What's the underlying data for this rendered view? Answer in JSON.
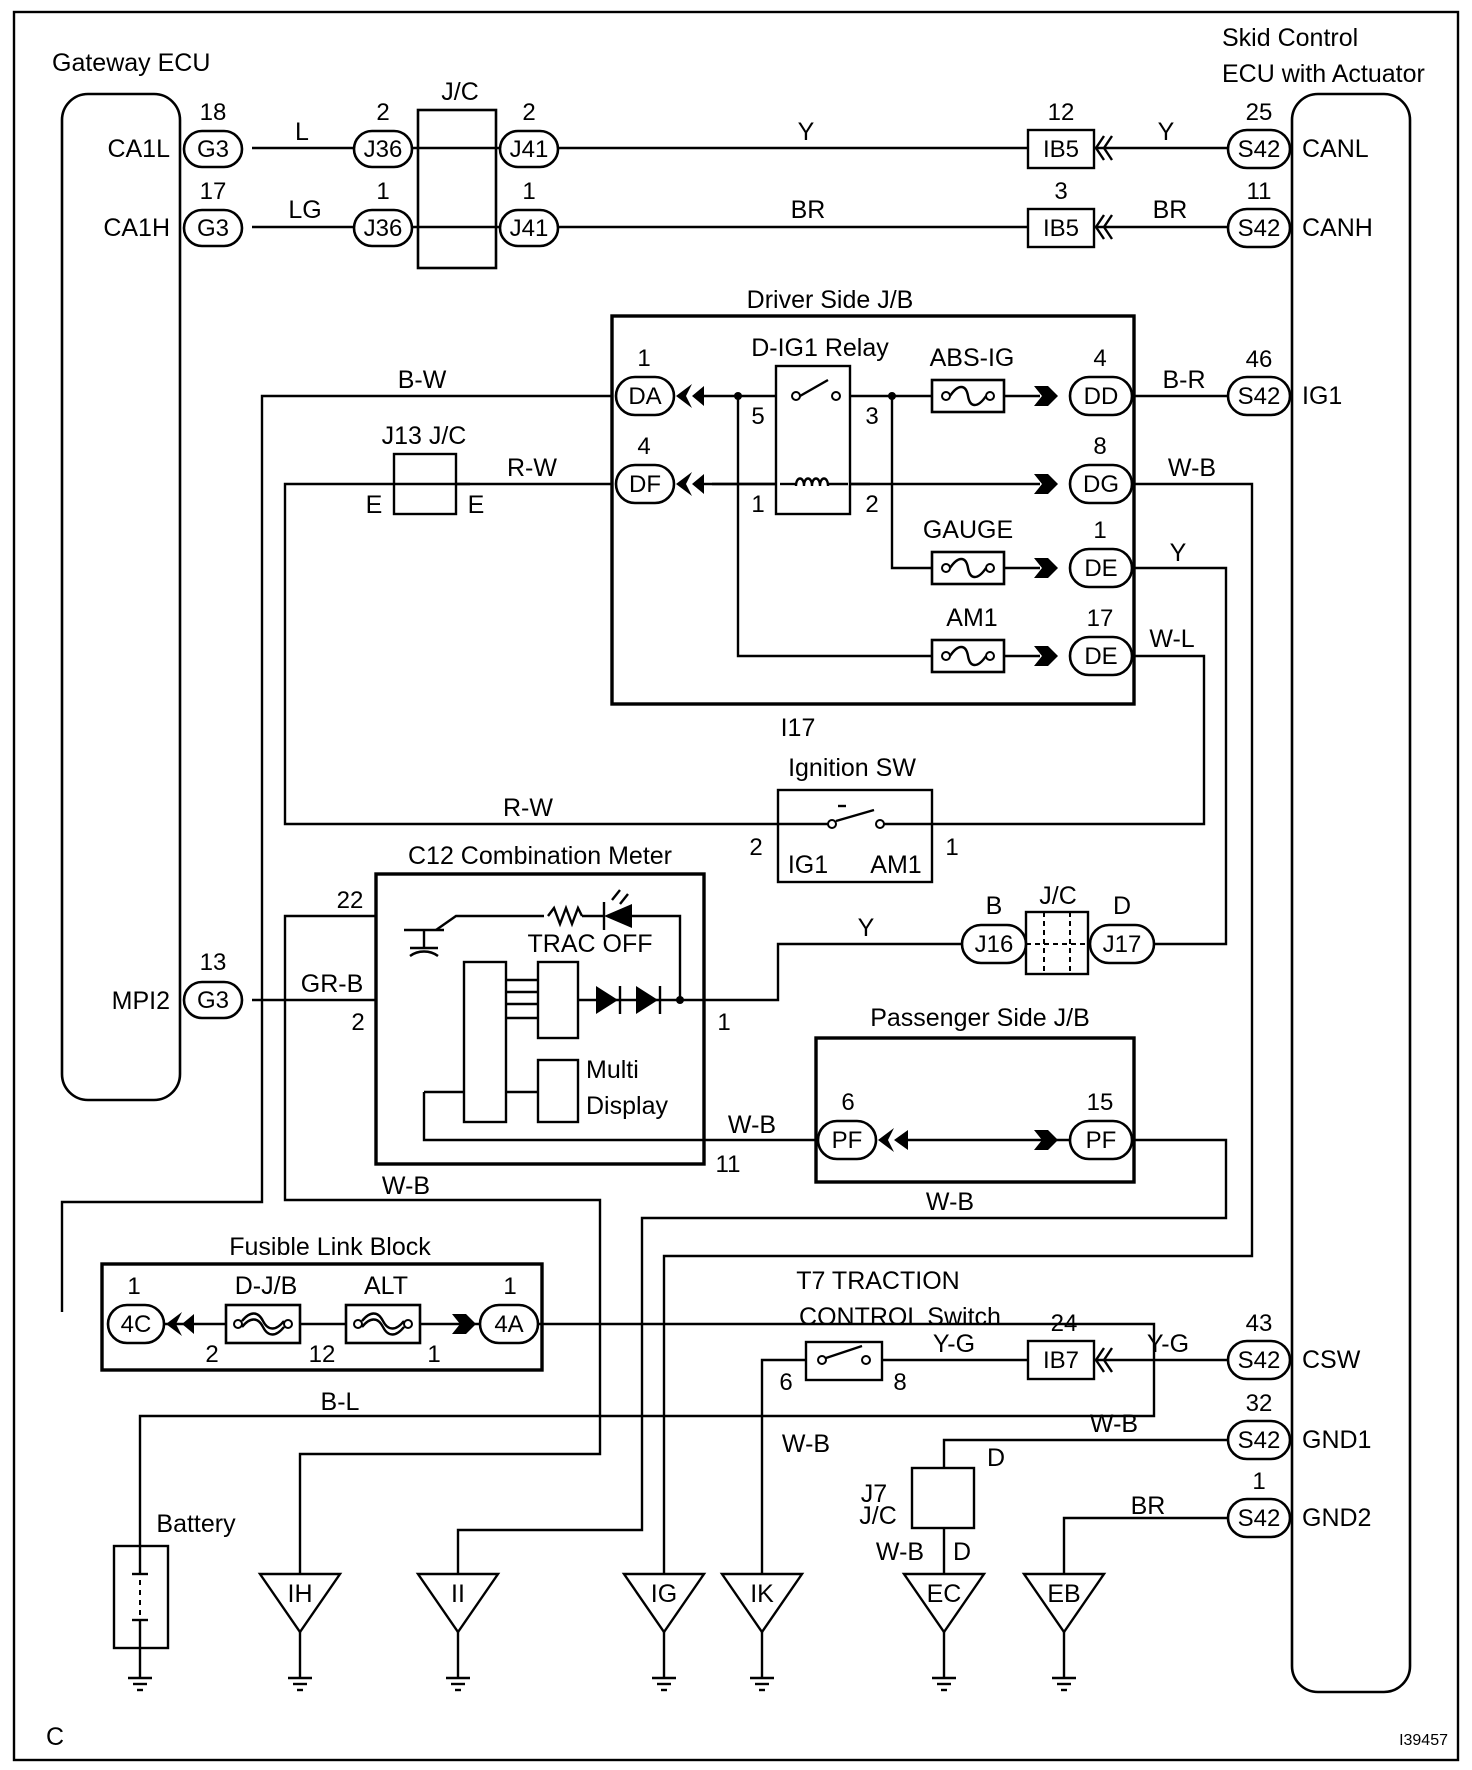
{
  "corner_letter": "C",
  "figure_code": "I39457",
  "components": {
    "gateway_ecu": "Gateway ECU",
    "skid_control_ecu": [
      "Skid Control",
      "ECU with Actuator"
    ],
    "jc_top": "J/C",
    "driver_jb": "Driver Side J/B",
    "dig1_relay": "D-IG1 Relay",
    "fuse_abs_ig": "ABS-IG",
    "fuse_gauge": "GAUGE",
    "fuse_am1": "AM1",
    "j13_jc": "J13 J/C",
    "ignition_sw_code": "I17",
    "ignition_sw": "Ignition SW",
    "ignition_sw_terms": [
      "IG1",
      "AM1"
    ],
    "combination_meter": "C12 Combination Meter",
    "trac_off": "TRAC OFF",
    "multi_display": [
      "Multi",
      "Display"
    ],
    "jc_j16_j17": "J/C",
    "passenger_jb": "Passenger Side J/B",
    "fusible_link_block": "Fusible Link Block",
    "fuse_djb": "D-J/B",
    "fuse_alt": "ALT",
    "battery": "Battery",
    "traction_switch": [
      "T7 TRACTION",
      "CONTROL Switch"
    ],
    "j7_jc": [
      "J7",
      "J/C"
    ]
  },
  "ecu_pins": {
    "ca1l": "CA1L",
    "ca1h": "CA1H",
    "mpi2": "MPI2",
    "canl": "CANL",
    "canh": "CANH",
    "ig1": "IG1",
    "csw": "CSW",
    "gnd1": "GND1",
    "gnd2": "GND2"
  },
  "connectors": {
    "g3": "G3",
    "j36": "J36",
    "j41": "J41",
    "ib5": "IB5",
    "s42": "S42",
    "da": "DA",
    "df": "DF",
    "dd": "DD",
    "dg": "DG",
    "de": "DE",
    "j16": "J16",
    "j17": "J17",
    "pf": "PF",
    "c4": "4C",
    "a4": "4A",
    "ib7": "IB7"
  },
  "pin_numbers": {
    "g3_ca1l": "18",
    "g3_ca1h": "17",
    "g3_mpi2": "13",
    "j36_l": "2",
    "j36_lg": "1",
    "j41_y": "2",
    "j41_br": "1",
    "ib5_y": "12",
    "ib5_br": "3",
    "s42_canl": "25",
    "s42_canh": "11",
    "s42_ig1": "46",
    "s42_csw": "43",
    "s42_gnd1": "32",
    "s42_gnd2": "1",
    "da": "1",
    "df": "4",
    "dd": "4",
    "dg": "8",
    "de_gauge": "1",
    "de_am1": "17",
    "relay_5": "5",
    "relay_3": "3",
    "relay_1": "1",
    "relay_2": "2",
    "ign_2": "2",
    "ign_1": "1",
    "meter_22": "22",
    "meter_2": "2",
    "meter_1": "1",
    "meter_11": "11",
    "pf_6": "6",
    "pf_15": "15",
    "c4_1": "1",
    "a4_1": "1",
    "djb_2": "2",
    "fl_12": "12",
    "alt_1": "1",
    "ib7_24": "24",
    "sw_6": "6",
    "sw_8": "8"
  },
  "letters": {
    "j16_b": "B",
    "j17_d": "D",
    "j13_e_left": "E",
    "j13_e_right": "E",
    "j7_d_top": "D",
    "j7_d_bottom": "D"
  },
  "wire_colors": {
    "l": "L",
    "lg": "LG",
    "y_top": "Y",
    "y_ib5": "Y",
    "br_top": "BR",
    "br_ib5": "BR",
    "b_w": "B-W",
    "r_w_upper": "R-W",
    "b_r": "B-R",
    "w_b_dg": "W-B",
    "y_de": "Y",
    "w_l": "W-L",
    "r_w_lower": "R-W",
    "y_meter": "Y",
    "gr_b": "GR-B",
    "w_b_pf": "W-B",
    "w_b_meter_ground": "W-B",
    "w_b_pf_ground": "W-B",
    "b_l": "B-L",
    "y_g_sw": "Y-G",
    "y_g_csw": "Y-G",
    "w_b_sw": "W-B",
    "w_b_gnd1": "W-B",
    "w_b_j7": "W-B",
    "br_gnd2": "BR"
  },
  "grounds": {
    "ih": "IH",
    "ii": "II",
    "ig": "IG",
    "ik": "IK",
    "ec": "EC",
    "eb": "EB"
  }
}
